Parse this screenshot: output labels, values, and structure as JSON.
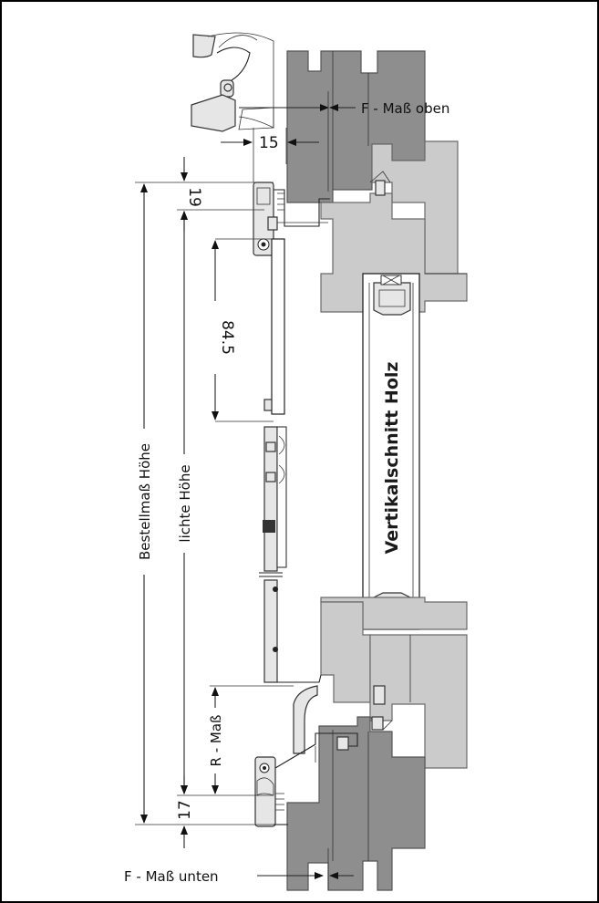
{
  "labels": {
    "f_mass_oben": "F - Maß oben",
    "f_mass_unten": "F - Maß unten",
    "dim_15": "15",
    "dim_19": "19",
    "dim_84_5": "84.5",
    "dim_17": "17",
    "r_mass": "R - Maß",
    "bestellmass_hoehe": "Bestellmaß Höhe",
    "lichte_hoehe": "lichte Höhe",
    "vertikalschnitt": "Vertikalschnitt Holz"
  },
  "colors": {
    "wood_light": "#cbcbcb",
    "wood_dark": "#8e8e8e",
    "frame_border": "#000000"
  }
}
